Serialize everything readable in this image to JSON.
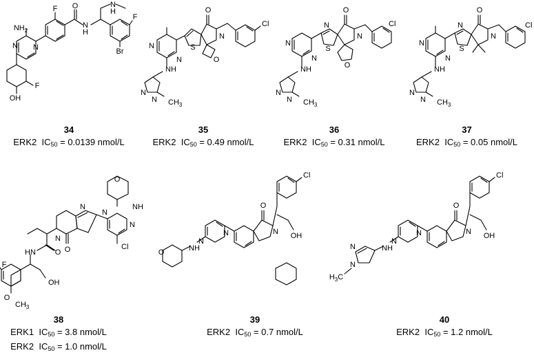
{
  "compounds": [
    {
      "number": "34",
      "lines": [
        {
          "target": "ERK2",
          "ic_prefix": "IC",
          "ic_sub": "50",
          "value": "= 0.0139 nmol/L"
        }
      ]
    },
    {
      "number": "35",
      "lines": [
        {
          "target": "ERK2",
          "ic_prefix": "IC",
          "ic_sub": "50",
          "value": "= 0.49 nmol/L"
        }
      ]
    },
    {
      "number": "36",
      "lines": [
        {
          "target": "ERK2",
          "ic_prefix": "IC",
          "ic_sub": "50",
          "value": "= 0.31 nmol/L"
        }
      ]
    },
    {
      "number": "37",
      "lines": [
        {
          "target": "ERK2",
          "ic_prefix": "IC",
          "ic_sub": "50",
          "value": "= 0.05 nmol/L"
        }
      ]
    },
    {
      "number": "38",
      "lines": [
        {
          "target": "ERK1",
          "ic_prefix": "IC",
          "ic_sub": "50",
          "value": "= 3.8 nmol/L"
        },
        {
          "target": "ERK2",
          "ic_prefix": "IC",
          "ic_sub": "50",
          "value": "= 1.0 nmol/L"
        }
      ]
    },
    {
      "number": "39",
      "lines": [
        {
          "target": "ERK2",
          "ic_prefix": "IC",
          "ic_sub": "50",
          "value": "= 0.7 nmol/L"
        }
      ]
    },
    {
      "number": "40",
      "lines": [
        {
          "target": "ERK2",
          "ic_prefix": "IC",
          "ic_sub": "50",
          "value": "= 1.2 nmol/L"
        }
      ]
    }
  ],
  "atom_labels": {
    "m34": [
      "NH2",
      "F",
      "N",
      "N",
      "H",
      "O",
      "N",
      "H",
      "F",
      "Br",
      "F",
      "OH"
    ],
    "m35": [
      "O",
      "N",
      "Cl",
      "S",
      "N",
      "N",
      "NH",
      "N",
      "N",
      "CH3",
      "O"
    ],
    "m36": [
      "O",
      "N",
      "N",
      "Cl",
      "S",
      "N",
      "N",
      "NH",
      "N",
      "N",
      "CH3",
      "O"
    ],
    "m37": [
      "O",
      "N",
      "N",
      "Cl",
      "S",
      "N",
      "N",
      "NH",
      "N",
      "N",
      "CH3"
    ],
    "m38": [
      "O",
      "NH",
      "N",
      "N",
      "N",
      "N",
      "Cl",
      "O",
      "O",
      "HN",
      "F",
      "OH",
      "O",
      "CH3"
    ],
    "m39": [
      "Cl",
      "O",
      "N",
      "N",
      "N",
      "OH",
      "NH",
      "O"
    ],
    "m40": [
      "Cl",
      "O",
      "N",
      "N",
      "N",
      "OH",
      "N",
      "N",
      "NH",
      "H3C"
    ]
  }
}
